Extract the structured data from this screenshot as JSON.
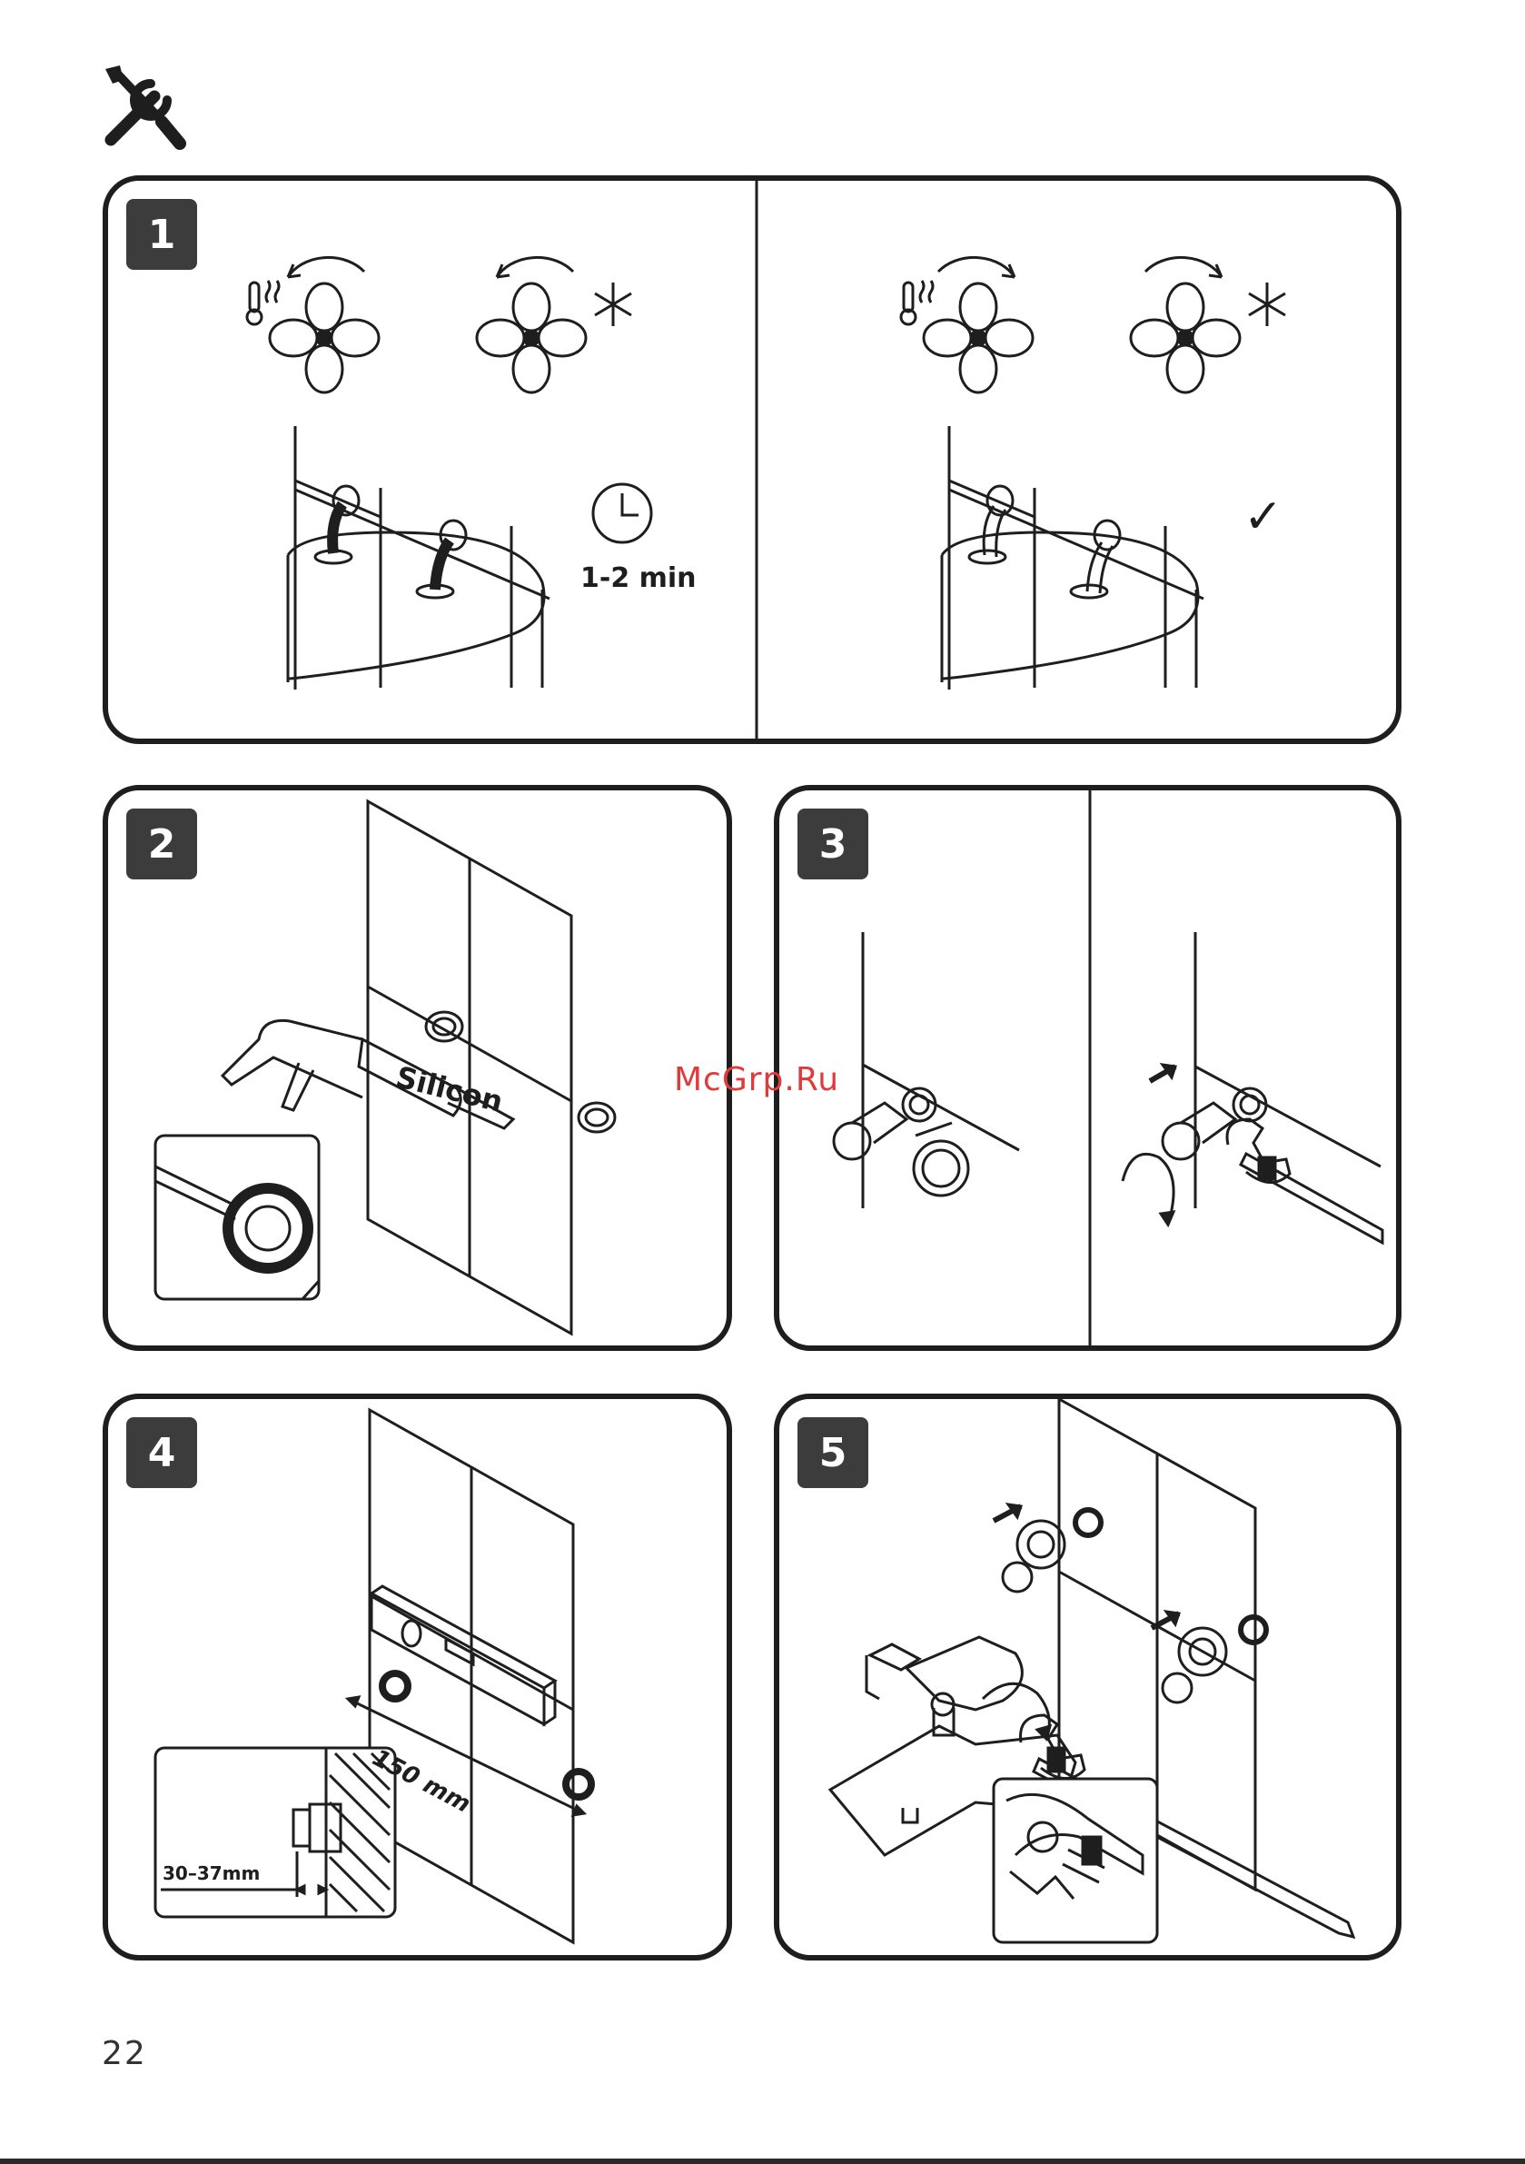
{
  "page": {
    "number": "22",
    "watermark": "McGrp.Ru",
    "header_icon": "tools-icon"
  },
  "steps": [
    {
      "number": "1",
      "time_label": "1-2 min",
      "check_mark": "✓"
    },
    {
      "number": "2",
      "tube_label": "Silicon"
    },
    {
      "number": "3"
    },
    {
      "number": "4",
      "distance_label": "150 mm",
      "depth_label": "30–37mm"
    },
    {
      "number": "5"
    }
  ],
  "colors": {
    "stroke": "#1e1e1e",
    "badge": "#3c3c3c",
    "watermark": "#e03a3a"
  }
}
